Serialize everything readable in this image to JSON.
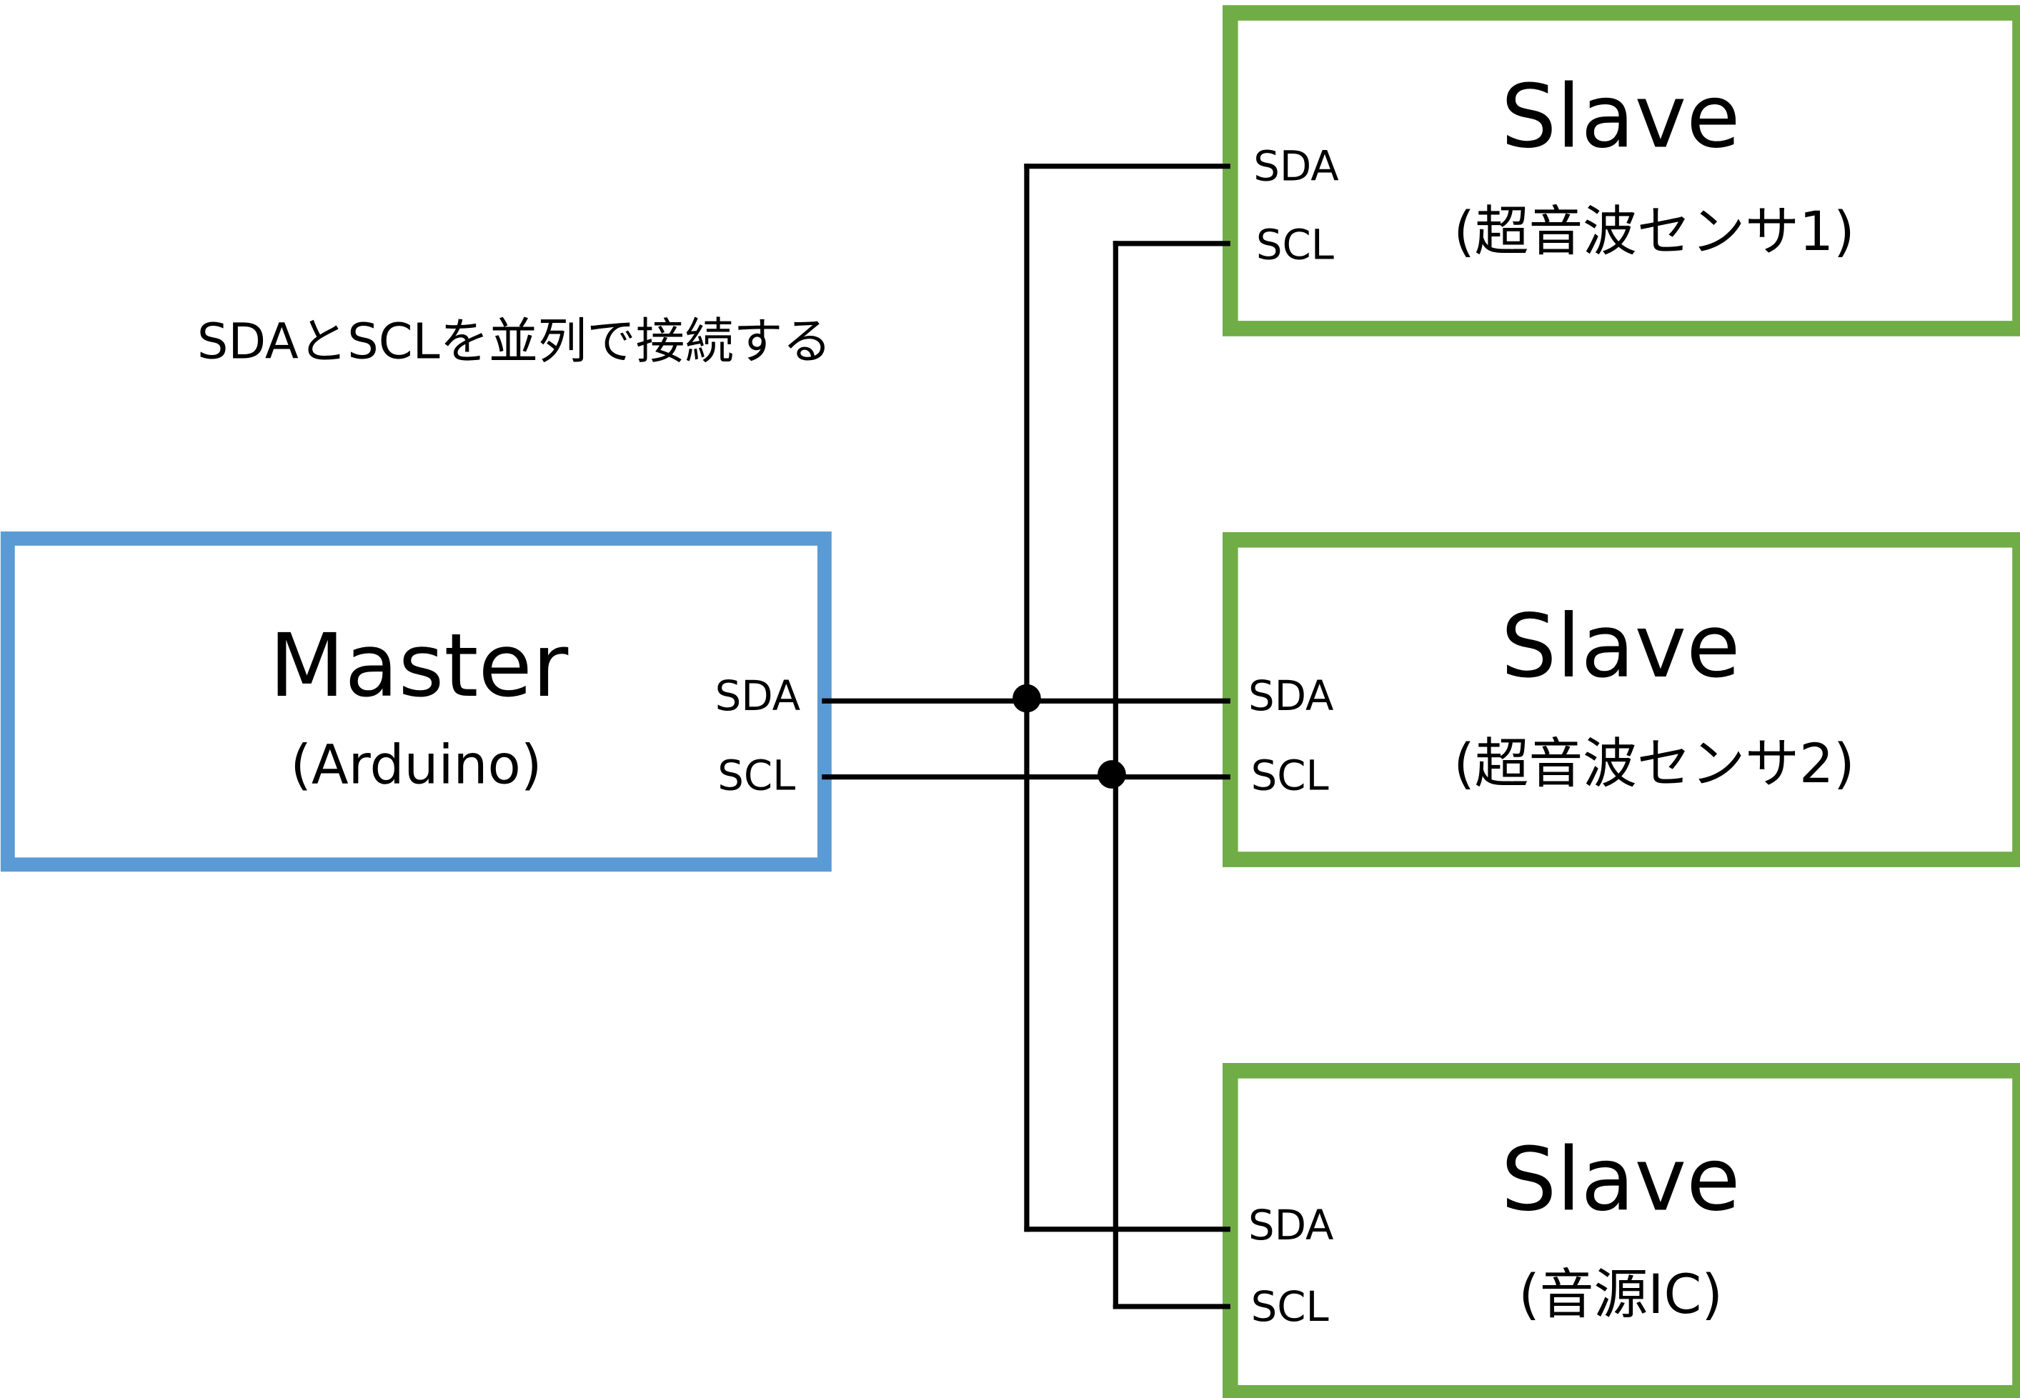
{
  "note": "SDAとSCLを並列で接続する",
  "master": {
    "title": "Master",
    "subtitle": "(Arduino)",
    "sda_label": "SDA",
    "scl_label": "SCL"
  },
  "slaves": [
    {
      "title": "Slave",
      "subtitle": "(超音波センサ1)",
      "sda_label": "SDA",
      "scl_label": "SCL"
    },
    {
      "title": "Slave",
      "subtitle": "(超音波センサ2)",
      "sda_label": "SDA",
      "scl_label": "SCL"
    },
    {
      "title": "Slave",
      "subtitle": "(音源IC)",
      "sda_label": "SDA",
      "scl_label": "SCL"
    }
  ],
  "colors": {
    "master_border": "#5b9bd5",
    "slave_border": "#70ad47",
    "wire": "#000000"
  }
}
